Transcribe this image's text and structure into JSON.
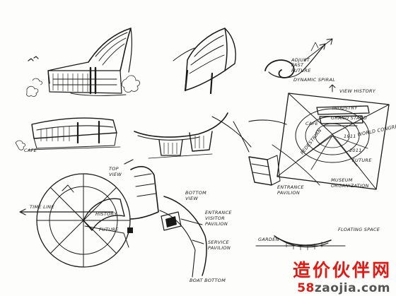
{
  "labels": {
    "adjust_past_future": "ADJUST\nPAST\nFUTURE",
    "dynamic_spiral": "DYNAMIC SPIRAL",
    "view_history": "VIEW HISTORY",
    "industry": "INDUSTRY",
    "grand_stand": "GRAND STAND",
    "world_congress": "WORLD CONGRESS",
    "cafe_right": "CAFE",
    "year_1911": "1911",
    "year_2011": "2011",
    "pedestrian": "PEDESTRIAN",
    "future_right": "FUTURE",
    "museum_organization": "MUSEUM\nORGANIZATION",
    "entrance_pavilion": "ENTRANCE\nPAVILION",
    "cafe_left": "CAFE",
    "top_view": "TOP\nVIEW",
    "bottom_view": "BOTTOM\nVIEW",
    "time_line": "TIME LINE",
    "history": "HISTORY",
    "future_plan": "FUTURE",
    "entrance_visitor_pavilion": "ENTRANCE\nVISITOR\nPAVILION",
    "service_pavilion": "SERVICE\nPAVILION",
    "floating_space": "FLOATING SPACE",
    "garden": "GARDEN",
    "boat_bottom": "BOAT BOTTOM"
  },
  "watermark": {
    "site_name_cn": "造价伙伴网",
    "url_prefix": "58",
    "url_rest": "zaojia.com"
  },
  "colors": {
    "ink": "#1a1a1a",
    "paper": "#fdfdfb",
    "watermark_red": "#e01a12",
    "watermark_gray": "#555555"
  }
}
